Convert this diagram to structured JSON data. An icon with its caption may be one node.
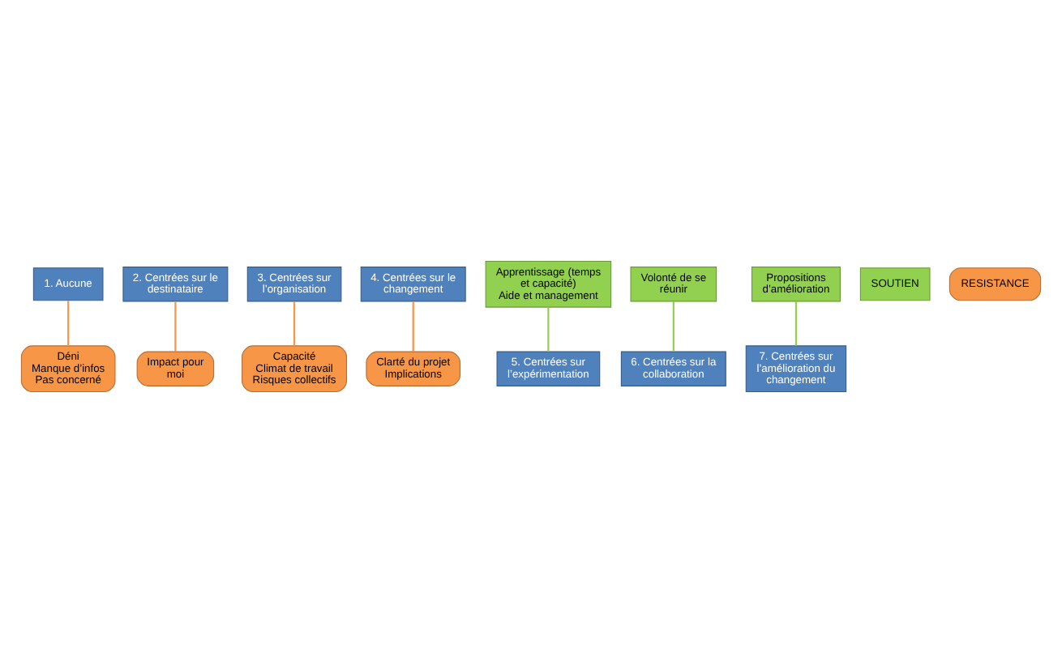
{
  "diagram": {
    "nodes": [
      {
        "text": [
          "1. Aucune"
        ]
      },
      {
        "text": [
          "2. Centrées sur le destinataire"
        ]
      },
      {
        "text": [
          "3. Centrées sur l’organisation"
        ]
      },
      {
        "text": [
          "4. Centrées sur le changement"
        ]
      },
      {
        "text": [
          "5. Centrées sur l’expérimentation"
        ]
      },
      {
        "text": [
          "6. Centrées sur la collaboration"
        ]
      },
      {
        "text": [
          "7. Centrées sur l’amélioration du changement"
        ]
      },
      {
        "text": [
          "SOUTIEN"
        ]
      },
      {
        "text": [
          "Apprentissage (temps et capacité)",
          "Aide et management"
        ]
      },
      {
        "text": [
          "Volonté de se réunir"
        ]
      },
      {
        "text": [
          "Propositions d’amélioration"
        ]
      },
      {
        "text": [
          "Déni",
          "Manque d’infos",
          "Pas concerné"
        ]
      },
      {
        "text": [
          "Impact pour moi"
        ]
      },
      {
        "text": [
          "Capacité",
          "Climat de travail",
          "Risques collectifs"
        ]
      },
      {
        "text": [
          "Clarté du projet",
          "Implications"
        ]
      },
      {
        "text": [
          "RESISTANCE"
        ]
      }
    ],
    "edges": [
      {
        "from": 0,
        "to": 11,
        "arrow": "none"
      },
      {
        "from": 1,
        "to": 12,
        "arrow": "none"
      },
      {
        "from": 2,
        "to": 13,
        "arrow": "none"
      },
      {
        "from": 3,
        "to": 14,
        "arrow": "none"
      },
      {
        "from": 8,
        "to": 4,
        "arrow": "none",
        "color": "#92d050"
      },
      {
        "from": 9,
        "to": 5,
        "arrow": "none",
        "color": "#92d050"
      },
      {
        "from": 10,
        "to": 6,
        "arrow": "none",
        "color": "#92d050"
      }
    ]
  }
}
